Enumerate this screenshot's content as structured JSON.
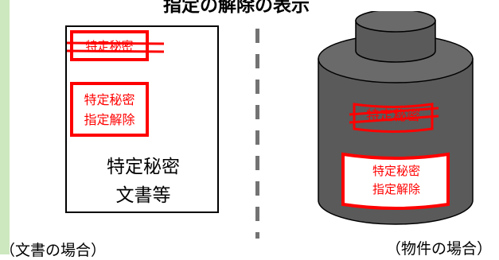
{
  "title": "指定の解除の表示",
  "document": {
    "old_mark": "特定秘密",
    "release_line1": "特定秘密",
    "release_line2": "指定解除",
    "label_line1": "特定秘密",
    "label_line2": "文書等"
  },
  "object": {
    "old_mark": "特定秘密",
    "release_line1": "特定秘密",
    "release_line2": "指定解除"
  },
  "captions": {
    "left": "（文書の場合）",
    "right": "（物件の場合）"
  },
  "colors": {
    "stamp_red": "#ff0000",
    "can_body": "#595959",
    "sidebar_green": "#cde8bf",
    "divider_gray": "#737373"
  }
}
